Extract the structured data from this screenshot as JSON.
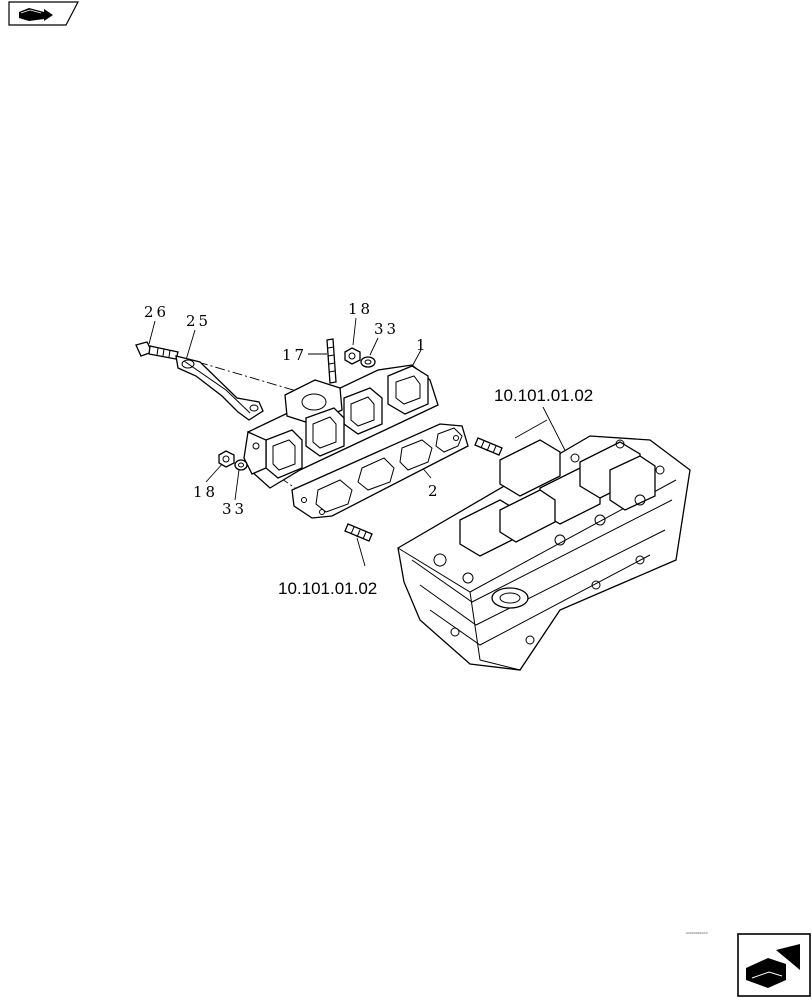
{
  "navigation": {
    "top_icon": "book-arrow-icon",
    "bottom_icon": "next-page-arrow-icon",
    "footer_code": "ACP0009XXA3"
  },
  "diagram": {
    "callouts": {
      "c26": "26",
      "c25": "25",
      "c18_top": "18",
      "c33_top": "33",
      "c17": "17",
      "c1": "1",
      "c2": "2",
      "c18_left": "18",
      "c33_left": "33"
    },
    "references": {
      "ref_upper": "10.101.01.02",
      "ref_lower": "10.101.01.02"
    }
  }
}
